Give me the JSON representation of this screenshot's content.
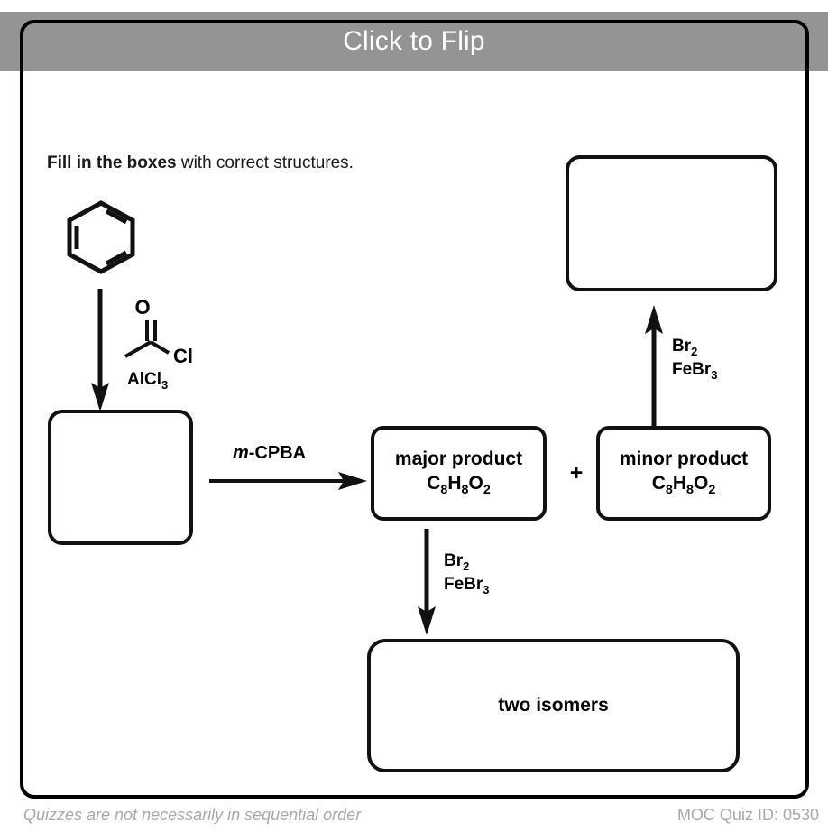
{
  "header": {
    "title": "Click to Flip",
    "bg_color": "#949494",
    "text_color": "#ffffff"
  },
  "card": {
    "border_color": "#000000",
    "background": "#ffffff"
  },
  "instruction": {
    "bold_part": "Fill in the boxes",
    "rest_part": " with correct structures."
  },
  "scheme": {
    "starting_material": {
      "name": "benzene-ring",
      "label": ""
    },
    "answer_boxes": [
      {
        "id": "box-left",
        "label": "",
        "placeholder": ""
      },
      {
        "id": "box-top-right",
        "label": "",
        "placeholder": ""
      }
    ],
    "reagents": [
      {
        "id": "acyl-chloride",
        "atoms": [
          "O",
          "Cl"
        ],
        "catalyst_text": "AlCl",
        "catalyst_sub": "3"
      },
      {
        "id": "mcpba",
        "italic_prefix": "m",
        "text": "-CPBA"
      },
      {
        "id": "bromination-right",
        "line1_text": "Br",
        "line1_sub": "2",
        "line2_text": "FeBr",
        "line2_sub": "3"
      },
      {
        "id": "bromination-down",
        "line1_text": "Br",
        "line1_sub": "2",
        "line2_text": "FeBr",
        "line2_sub": "3"
      }
    ],
    "products": [
      {
        "id": "major-product",
        "label": "major product",
        "formula_parts": [
          {
            "t": "C"
          },
          {
            "s": "8"
          },
          {
            "t": "H"
          },
          {
            "s": "8"
          },
          {
            "t": "O"
          },
          {
            "s": "2"
          }
        ]
      },
      {
        "id": "minor-product",
        "label": "minor product",
        "formula_parts": [
          {
            "t": "C"
          },
          {
            "s": "8"
          },
          {
            "t": "H"
          },
          {
            "s": "8"
          },
          {
            "t": "O"
          },
          {
            "s": "2"
          }
        ]
      },
      {
        "id": "two-isomers",
        "label": "two isomers",
        "formula_parts": []
      }
    ],
    "plus_symbol": "+"
  },
  "footer": {
    "note": "Quizzes are not necessarily in sequential order",
    "quiz_id": "MOC Quiz ID: 0530",
    "color": "#a9a9a9"
  }
}
